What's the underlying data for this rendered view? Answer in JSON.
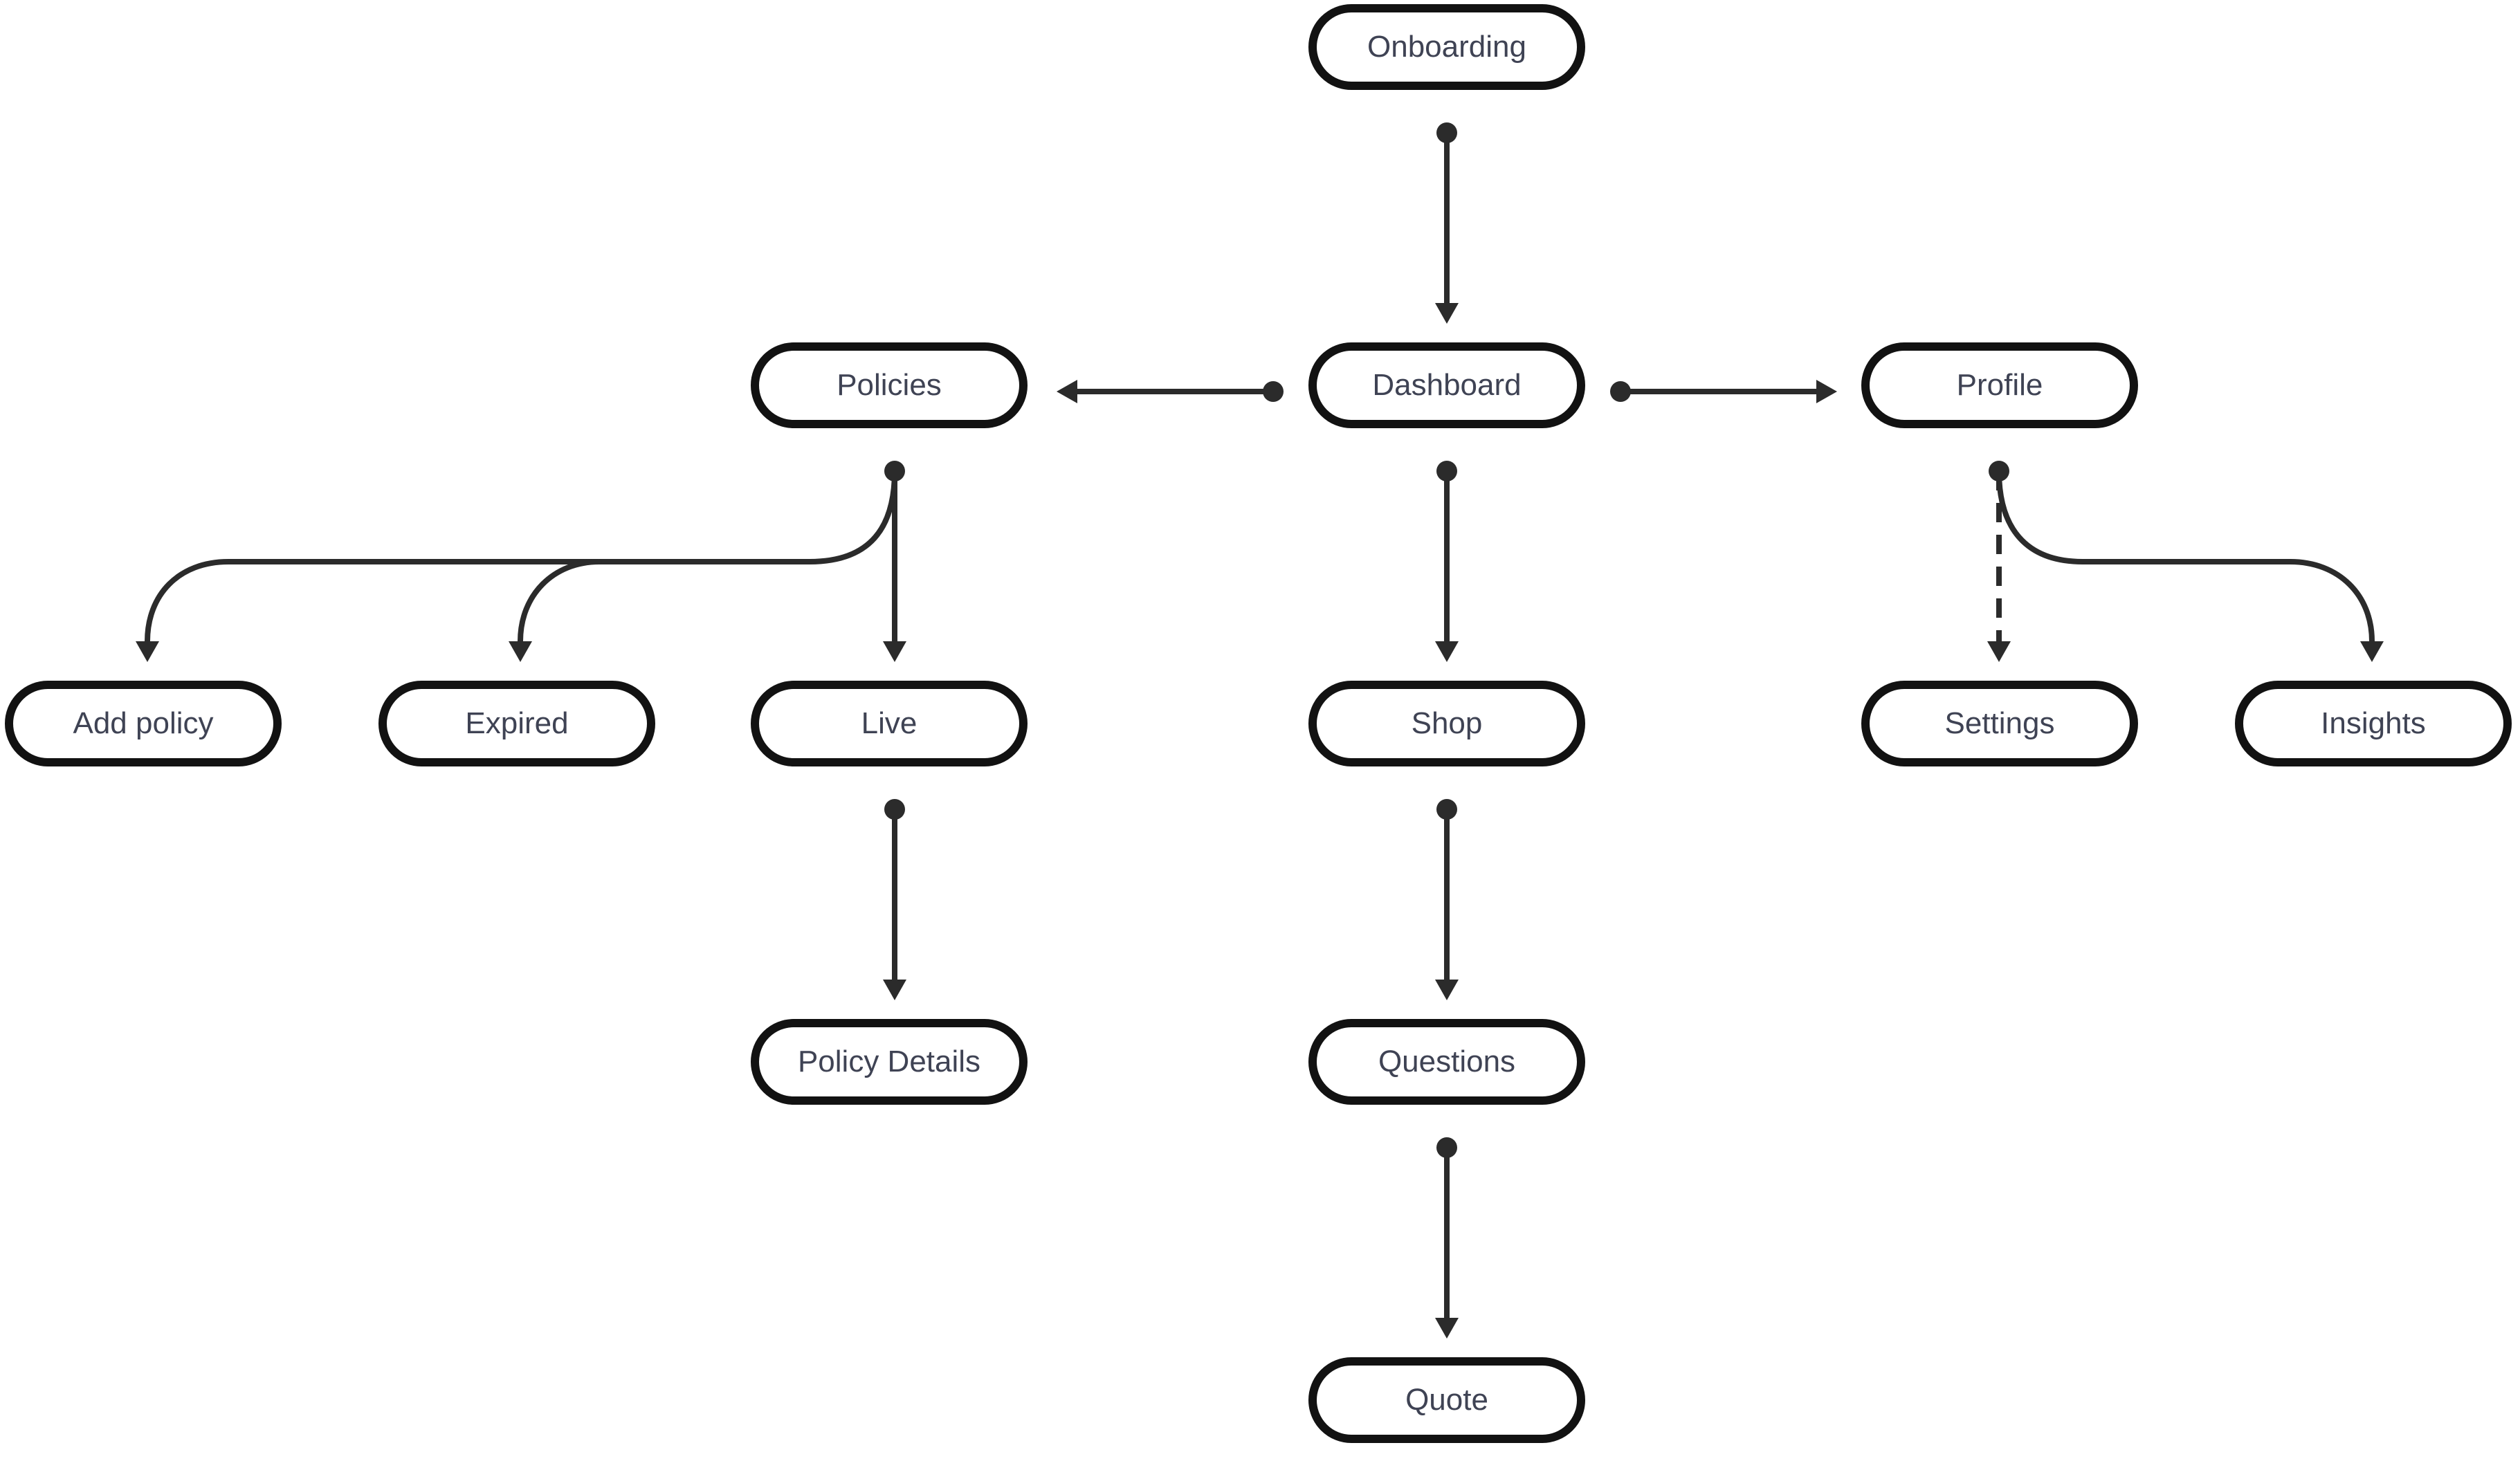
{
  "nodes": {
    "onboarding": "Onboarding",
    "policies": "Policies",
    "dashboard": "Dashboard",
    "profile": "Profile",
    "add_policy": "Add policy",
    "expired": "Expired",
    "live": "Live",
    "shop": "Shop",
    "settings": "Settings",
    "insights": "Insights",
    "policy_details": "Policy Details",
    "questions": "Questions",
    "quote": "Quote"
  },
  "connections": [
    {
      "from": "onboarding",
      "to": "dashboard",
      "style": "solid"
    },
    {
      "from": "dashboard",
      "to": "policies",
      "style": "solid"
    },
    {
      "from": "dashboard",
      "to": "profile",
      "style": "solid"
    },
    {
      "from": "dashboard",
      "to": "shop",
      "style": "solid"
    },
    {
      "from": "policies",
      "to": "add_policy",
      "style": "solid"
    },
    {
      "from": "policies",
      "to": "expired",
      "style": "solid"
    },
    {
      "from": "policies",
      "to": "live",
      "style": "solid"
    },
    {
      "from": "profile",
      "to": "settings",
      "style": "dashed"
    },
    {
      "from": "profile",
      "to": "insights",
      "style": "solid"
    },
    {
      "from": "live",
      "to": "policy_details",
      "style": "solid"
    },
    {
      "from": "shop",
      "to": "questions",
      "style": "solid"
    },
    {
      "from": "questions",
      "to": "quote",
      "style": "solid"
    }
  ],
  "colors": {
    "line": "#2b2b2b",
    "node_border": "#121212",
    "node_text": "#3f4354",
    "background": "#ffffff"
  }
}
